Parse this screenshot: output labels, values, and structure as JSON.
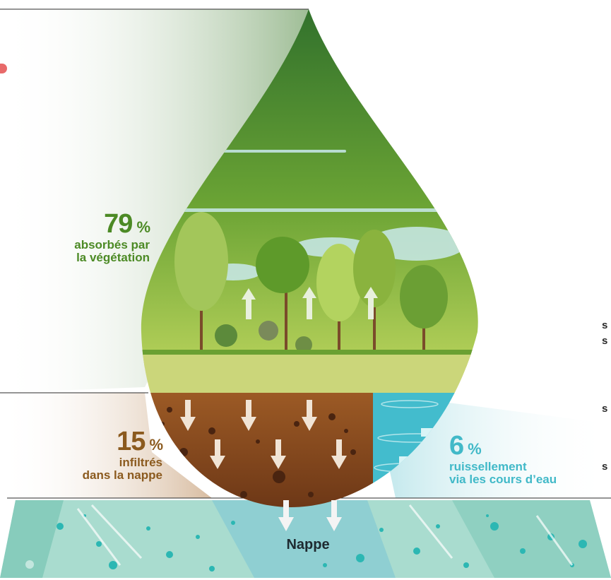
{
  "labels": {
    "vegetation": {
      "percent": "79",
      "unit": "%",
      "line1": "absorbés par",
      "line2": "la végétation"
    },
    "infiltration": {
      "percent": "15",
      "unit": "%",
      "line1": "infiltrés",
      "line2": "dans la nappe"
    },
    "runoff": {
      "percent": "6",
      "unit": "%",
      "line1": "ruissellement",
      "line2": "via les cours d’eau"
    },
    "aquifer": "Nappe"
  },
  "edge_fragments": [
    "s",
    "s",
    "s",
    "s"
  ],
  "colors": {
    "vegetation": "#4c8a25",
    "infiltration": "#8b5a1e",
    "runoff": "#41b9c8",
    "soil": "#8a4a1f",
    "water": "#43bccd",
    "aquifer": "#a9dccf",
    "accent_dot": "#e86a6a"
  },
  "icons": [
    "arrow-up-icon",
    "arrow-down-icon",
    "arrow-right-icon",
    "tree-icon",
    "cloud-icon"
  ]
}
